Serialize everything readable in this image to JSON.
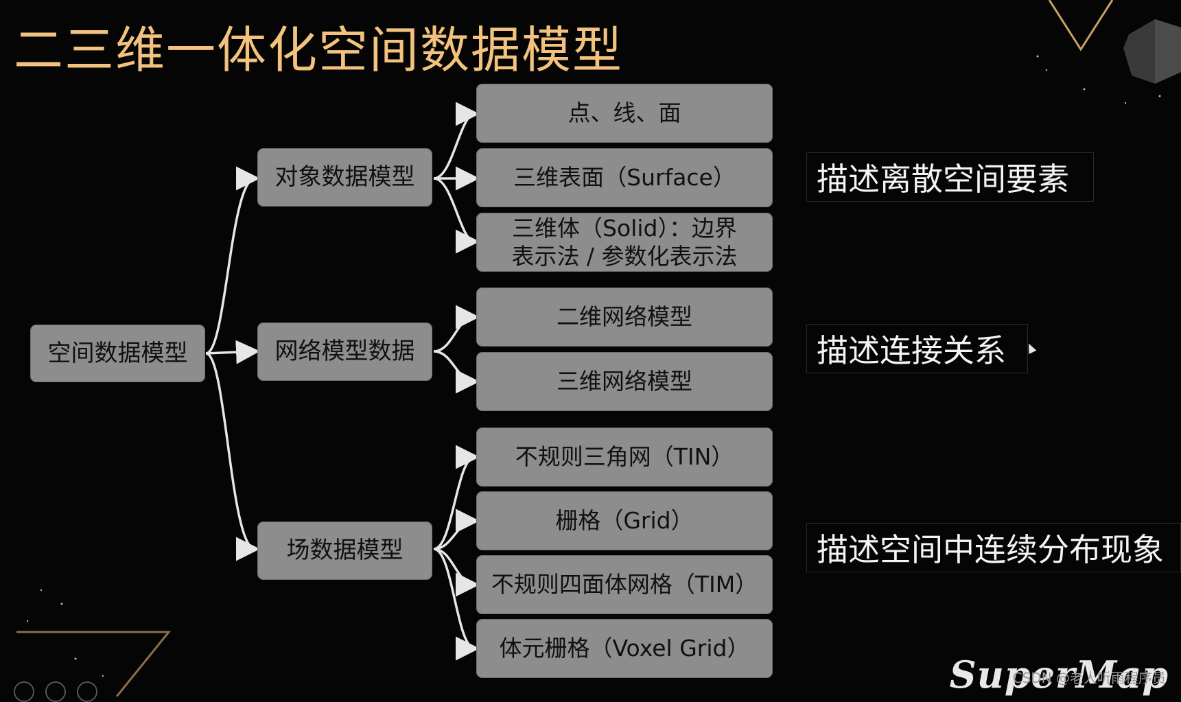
{
  "title": "二三维一体化空间数据模型",
  "root": {
    "label": "空间数据模型"
  },
  "categories": [
    {
      "label": "对象数据模型",
      "items": [
        "点、线、面",
        "三维表面（Surface）",
        "三维体（Solid）：边界",
        "表示法 / 参数化表示法"
      ],
      "description": "描述离散空间要素"
    },
    {
      "label": "网络模型数据",
      "items": [
        "二维网络模型",
        "三维网络模型"
      ],
      "description": "描述连接关系"
    },
    {
      "label": "场数据模型",
      "items": [
        "不规则三角网（TIN）",
        "栅格（Grid）",
        "不规则四面体网格（TIM）",
        "体元栅格（Voxel Grid）"
      ],
      "description": "描述空间中连续分布现象"
    }
  ],
  "branding": {
    "logo_text": "SuperMap",
    "watermark": "CSDN @老人听雨程序员"
  },
  "colors": {
    "title": "#f2c27e",
    "node_fill": "#8d8d8d",
    "link": "#e6e6e6",
    "background": "#050505"
  }
}
